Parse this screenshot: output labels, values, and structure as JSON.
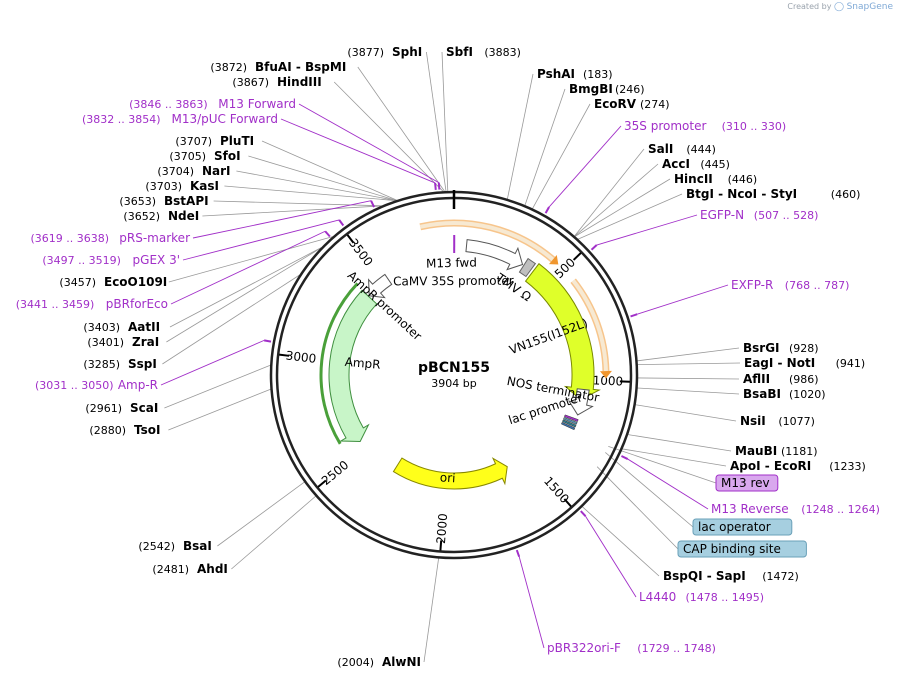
{
  "credit": {
    "prefix": "Created by",
    "brand": "SnapGene"
  },
  "plasmid": {
    "name": "pBCN155",
    "length": 3904,
    "length_label": "3904 bp"
  },
  "ticks": [
    500,
    1000,
    1500,
    2000,
    2500,
    3000,
    3500
  ],
  "sites": [
    {
      "name": "SphI",
      "pos": "(3877)",
      "bp": 3877
    },
    {
      "name": "SbfI",
      "pos": "(3883)",
      "bp": 3883
    },
    {
      "name": "BfuAI - BspMI",
      "pos": "(3872)",
      "bp": 3872
    },
    {
      "name": "HindIII",
      "pos": "(3867)",
      "bp": 3867
    },
    {
      "name": "PshAI",
      "pos": "(183)",
      "bp": 183
    },
    {
      "name": "BmgBI",
      "pos": "(246)",
      "bp": 246
    },
    {
      "name": "EcoRV",
      "pos": "(274)",
      "bp": 274
    },
    {
      "name": "SalI",
      "pos": "(444)",
      "bp": 444
    },
    {
      "name": "AccI",
      "pos": "(445)",
      "bp": 445
    },
    {
      "name": "HincII",
      "pos": "(446)",
      "bp": 446
    },
    {
      "name": "BtgI - NcoI - StyI",
      "pos": "(460)",
      "bp": 460
    },
    {
      "name": "PluTI",
      "pos": "(3707)",
      "bp": 3707
    },
    {
      "name": "SfoI",
      "pos": "(3705)",
      "bp": 3705
    },
    {
      "name": "NarI",
      "pos": "(3704)",
      "bp": 3704
    },
    {
      "name": "KasI",
      "pos": "(3703)",
      "bp": 3703
    },
    {
      "name": "BstAPI",
      "pos": "(3653)",
      "bp": 3653
    },
    {
      "name": "NdeI",
      "pos": "(3652)",
      "bp": 3652
    },
    {
      "name": "EcoO109I",
      "pos": "(3457)",
      "bp": 3457
    },
    {
      "name": "AatII",
      "pos": "(3403)",
      "bp": 3403
    },
    {
      "name": "ZraI",
      "pos": "(3401)",
      "bp": 3401
    },
    {
      "name": "SspI",
      "pos": "(3285)",
      "bp": 3285
    },
    {
      "name": "ScaI",
      "pos": "(2961)",
      "bp": 2961
    },
    {
      "name": "TsoI",
      "pos": "(2880)",
      "bp": 2880
    },
    {
      "name": "BsaI",
      "pos": "(2542)",
      "bp": 2542
    },
    {
      "name": "AhdI",
      "pos": "(2481)",
      "bp": 2481
    },
    {
      "name": "AlwNI",
      "pos": "(2004)",
      "bp": 2004
    },
    {
      "name": "BsrGI",
      "pos": "(928)",
      "bp": 928
    },
    {
      "name": "EagI - NotI",
      "pos": "(941)",
      "bp": 941
    },
    {
      "name": "AflII",
      "pos": "(986)",
      "bp": 986
    },
    {
      "name": "BsaBI",
      "pos": "(1020)",
      "bp": 1020
    },
    {
      "name": "NsiI",
      "pos": "(1077)",
      "bp": 1077
    },
    {
      "name": "MauBI",
      "pos": "(1181)",
      "bp": 1181
    },
    {
      "name": "ApoI - EcoRI",
      "pos": "(1233)",
      "bp": 1233
    },
    {
      "name": "BspQI - SapI",
      "pos": "(1472)",
      "bp": 1472
    }
  ],
  "features": [
    {
      "name": "M13 Forward",
      "pos": "(3846 .. 3863)",
      "bp": 3855
    },
    {
      "name": "M13/pUC Forward",
      "pos": "(3832 .. 3854)",
      "bp": 3843
    },
    {
      "name": "35S promoter",
      "pos": "(310 .. 330)",
      "bp": 320
    },
    {
      "name": "EGFP-N",
      "pos": "(507 .. 528)",
      "bp": 517
    },
    {
      "name": "EXFP-R",
      "pos": "(768 .. 787)",
      "bp": 777
    },
    {
      "name": "pRS-marker",
      "pos": "(3619 .. 3638)",
      "bp": 3628
    },
    {
      "name": "pGEX 3'",
      "pos": "(3497 .. 3519)",
      "bp": 3508
    },
    {
      "name": "pBRforEco",
      "pos": "(3441 .. 3459)",
      "bp": 3450
    },
    {
      "name": "Amp-R",
      "pos": "(3031 .. 3050)",
      "bp": 3040
    },
    {
      "name": "M13 Reverse",
      "pos": "(1248 .. 1264)",
      "bp": 1256
    },
    {
      "name": "L4440",
      "pos": "(1478 .. 1495)",
      "bp": 1486
    },
    {
      "name": "pBR322ori-F",
      "pos": "(1729 .. 1748)",
      "bp": 1738
    }
  ],
  "boxed_features": [
    {
      "name": "M13 rev",
      "bp": 1245,
      "fill": "#d9a8ee",
      "stroke": "#a12fc8"
    },
    {
      "name": "lac operator",
      "bp": 1270,
      "fill": "#a6cfe0",
      "stroke": "#6aa0b8"
    },
    {
      "name": "CAP binding site",
      "bp": 1330,
      "fill": "#a6cfe0",
      "stroke": "#6aa0b8"
    }
  ],
  "inner_labels": {
    "m13_fwd": "M13 fwd",
    "camv": "CaMV 35S promoter",
    "tmv": "TMV Ω",
    "vn155": "VN155(I152L)",
    "nos": "NOS terminator",
    "lac": "lac promoter",
    "ori": "ori",
    "ampr": "AmpR",
    "ampr_promoter": "AmpR promoter"
  },
  "colors": {
    "site": "#000000",
    "feature": "#a12fc8",
    "backbone": "#222222",
    "orange": "#f0962e",
    "green": "#4aa03a",
    "ampr_fill": "#c8f5c8",
    "vn155_fill": "#dfff2a",
    "ori_fill": "#ffff1a",
    "grey": "#888888"
  }
}
